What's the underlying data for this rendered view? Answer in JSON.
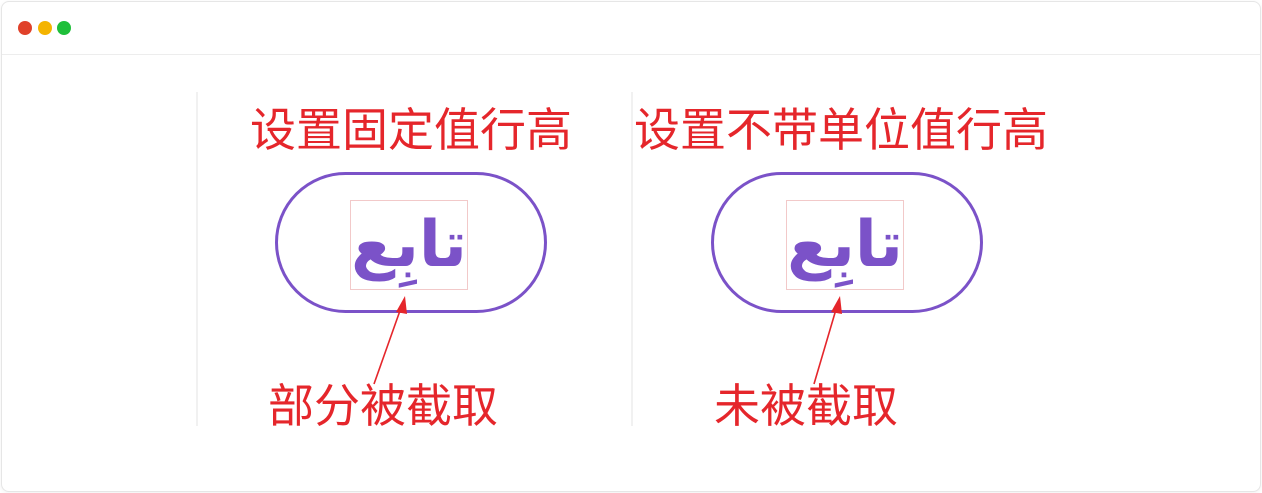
{
  "colors": {
    "annotation": "#e5262b",
    "accent": "#7b52c8",
    "traffic_red": "#e0412a",
    "traffic_yellow": "#f4b400",
    "traffic_green": "#1fbf3a"
  },
  "panels": [
    {
      "heading": "设置固定值行高",
      "arabic_text": "تابِع",
      "caption": "部分被截取"
    },
    {
      "heading": "设置不带单位值行高",
      "arabic_text": "تابِع",
      "caption": "未被截取"
    }
  ]
}
